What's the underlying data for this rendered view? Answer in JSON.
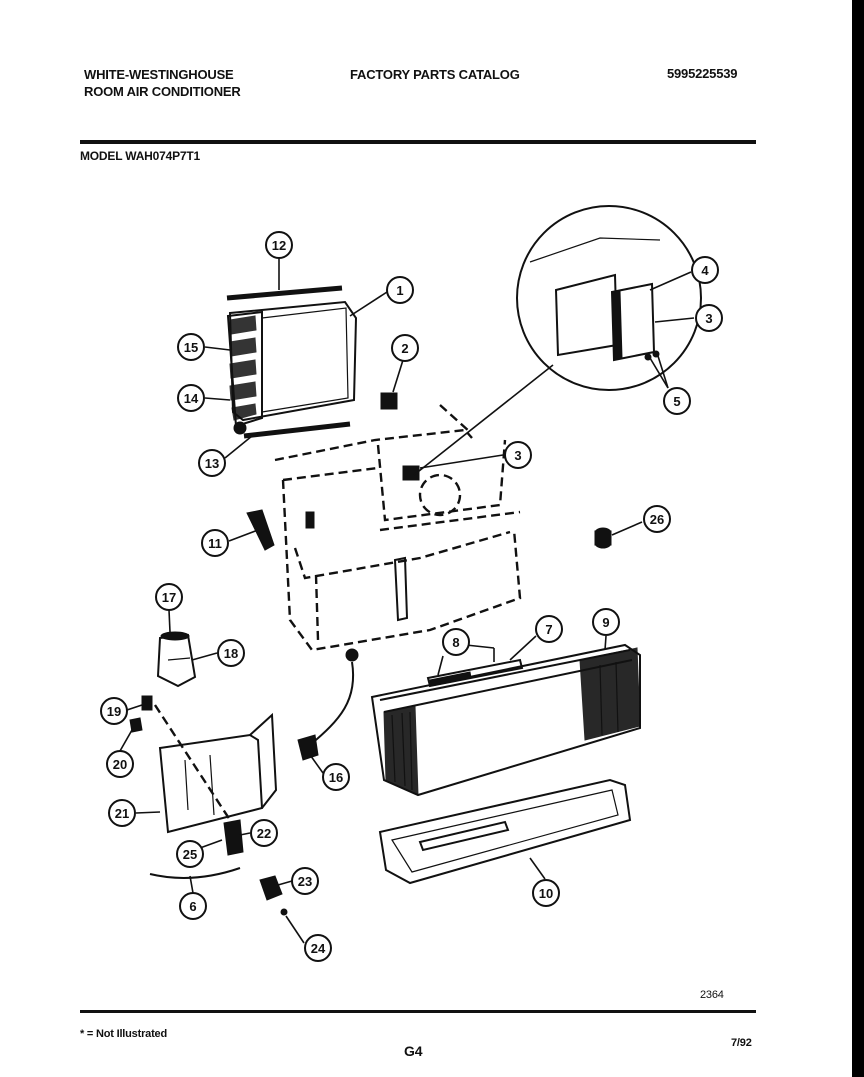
{
  "header": {
    "brand_line1": "WHITE-WESTINGHOUSE",
    "brand_line2": "ROOM AIR CONDITIONER",
    "catalog_title": "FACTORY PARTS CATALOG",
    "catalog_number": "5995225539",
    "model": "MODEL WAH074P7T1"
  },
  "callouts": [
    "1",
    "2",
    "3",
    "3",
    "4",
    "5",
    "6",
    "7",
    "8",
    "9",
    "10",
    "11",
    "12",
    "13",
    "14",
    "15",
    "16",
    "17",
    "18",
    "19",
    "20",
    "21",
    "22",
    "23",
    "24",
    "25",
    "26"
  ],
  "footer": {
    "drawing_number": "2364",
    "note": "* = Not Illustrated",
    "page_id": "G4",
    "date": "7/92"
  }
}
